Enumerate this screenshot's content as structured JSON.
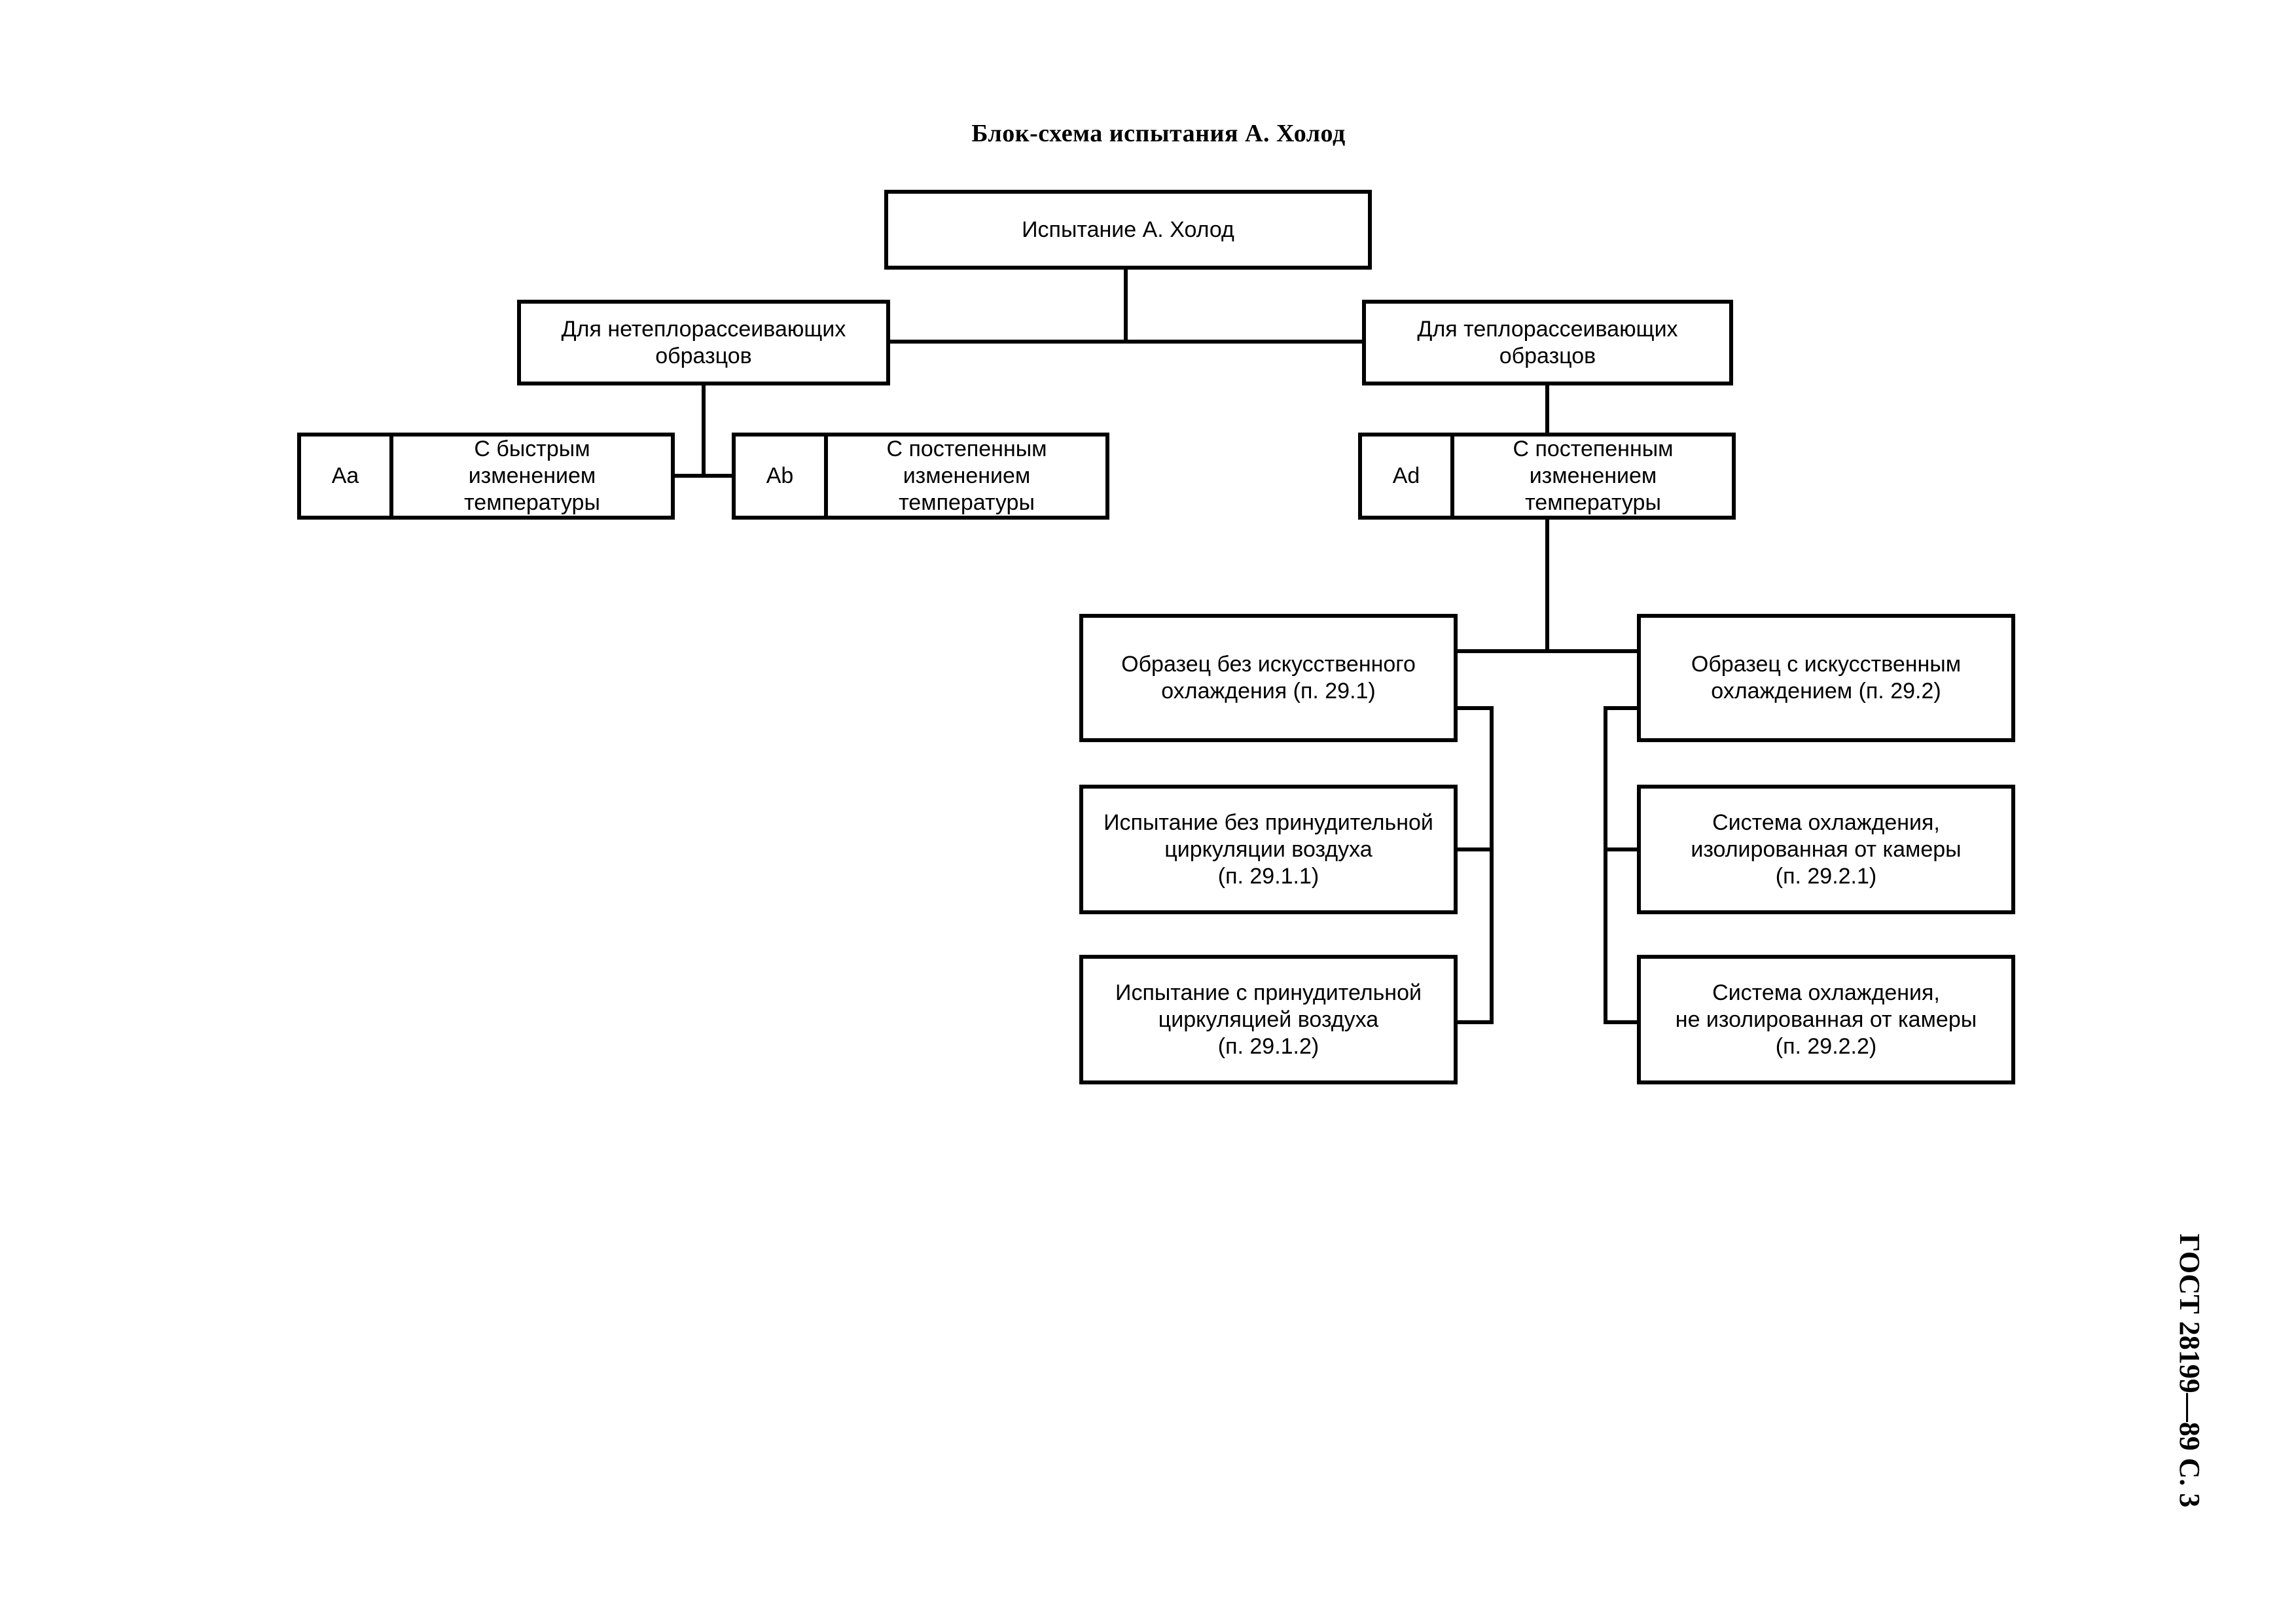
{
  "title": "Блок-схема испытания А. Холод",
  "page_ref": "ГОСТ 28199—89 С. 3",
  "nodes": {
    "root": "Испытание А. Холод",
    "non_dissipating": "Для нетеплорассеивающих\nобразцов",
    "dissipating": "Для теплорассеивающих\nобразцов",
    "aa_code": "Aa",
    "aa_text": "С быстрым\nизменением\nтемпературы",
    "ab_code": "Ab",
    "ab_text": "С постепенным\nизменением\nтемпературы",
    "ad_code": "Ad",
    "ad_text": "С постепенным\nизменением\nтемпературы",
    "no_cooling": "Образец без искусственного\nохлаждения (п. 29.1)",
    "with_cooling": "Образец с искусственным\nохлаждением (п. 29.2)",
    "no_forced_air": "Испытание без принудительной\nциркуляции воздуха\n(п. 29.1.1)",
    "forced_air": "Испытание с принудительной\nциркуляцией воздуха\n(п. 29.1.2)",
    "isolated_cooling": "Система охлаждения,\nизолированная от камеры\n(п. 29.2.1)",
    "not_isolated_cooling": "Система охлаждения,\nне изолированная от камеры\n(п. 29.2.2)"
  }
}
